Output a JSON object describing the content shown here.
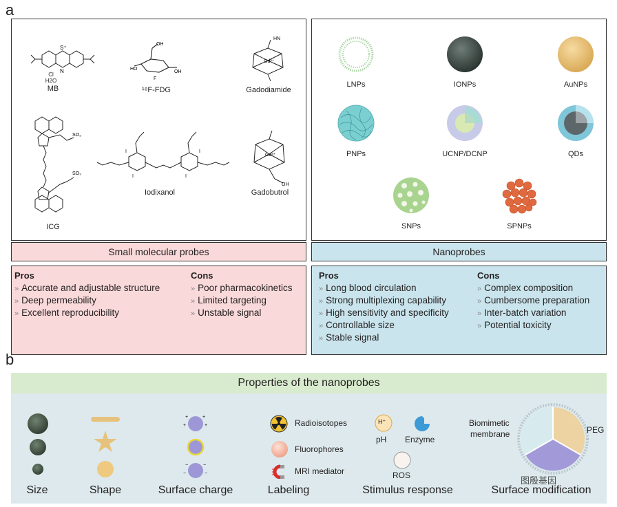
{
  "panel_a": {
    "letter": "a",
    "small_molecules": [
      {
        "name": "MB",
        "extra_lines": [
          "Cl",
          "H2O"
        ]
      },
      {
        "name": "¹⁸F-FDG"
      },
      {
        "name": "Gadodiamide"
      },
      {
        "name": "ICG"
      },
      {
        "name": "Iodixanol"
      },
      {
        "name": "Gadobutrol"
      }
    ],
    "nanoparticles": [
      "LNPs",
      "IONPs",
      "AuNPs",
      "PNPs",
      "UCNP/DCNP",
      "QDs",
      "SNPs",
      "SPNPs"
    ],
    "small_bar": "Small molecular probes",
    "nano_bar": "Nanoprobes",
    "small_pros_title": "Pros",
    "small_pros": [
      "Accurate and adjustable structure",
      "Deep permeability",
      "Excellent reproducibility"
    ],
    "small_cons_title": "Cons",
    "small_cons": [
      "Poor pharmacokinetics",
      "Limited targeting",
      "Unstable signal"
    ],
    "nano_pros_title": "Pros",
    "nano_pros": [
      "Long blood circulation",
      "Strong multiplexing capability",
      "High sensitivity and specificity",
      "Controllable size",
      "Stable signal"
    ],
    "nano_cons_title": "Cons",
    "nano_cons": [
      "Complex composition",
      "Cumbersome preparation",
      "Inter-batch variation",
      "Potential toxicity"
    ]
  },
  "panel_b": {
    "letter": "b",
    "title": "Properties of the nanoprobes",
    "categories": [
      "Size",
      "Shape",
      "Surface charge",
      "Labeling",
      "Stimulus response",
      "Surface modification"
    ],
    "labeling": [
      "Radioisotopes",
      "Fluorophores",
      "MRI mediator"
    ],
    "stimuli": {
      "ph": "pH",
      "ph_symbol": "H⁺",
      "enzyme": "Enzyme",
      "ros": "ROS"
    },
    "surface_mod": {
      "biomimetic_line1": "Biomimetic",
      "biomimetic_line2": "membrane",
      "peg": "PEG"
    },
    "watermark": "图殷基因"
  },
  "colors": {
    "pink": "#f9d9d9",
    "blue": "#c9e4ec",
    "green_bar": "#d8ebce",
    "b_panel_bg": "#dde9ec"
  }
}
